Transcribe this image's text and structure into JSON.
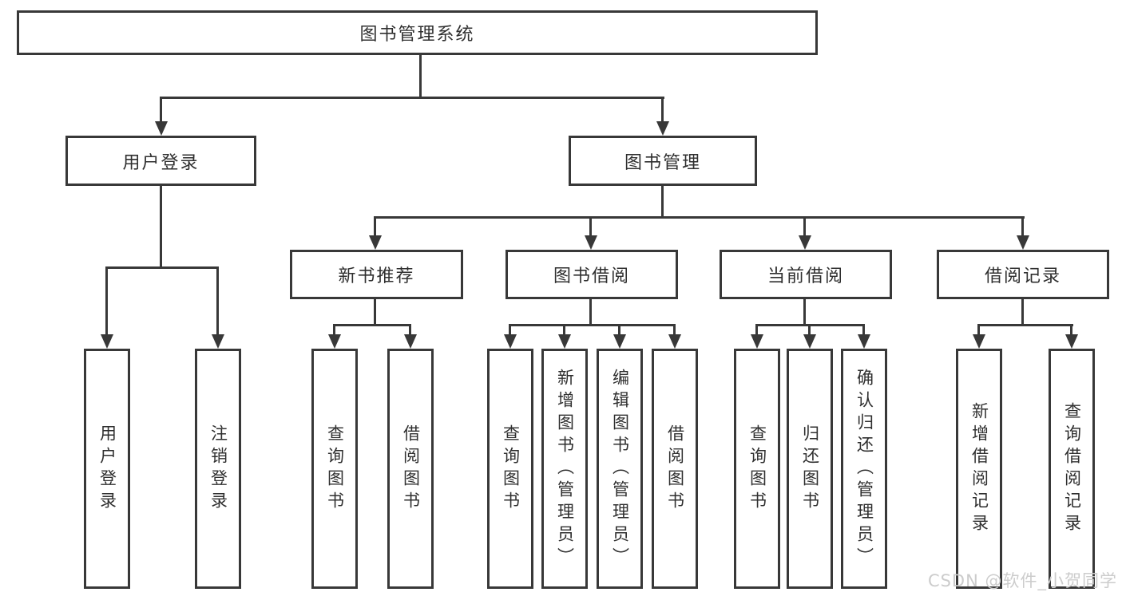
{
  "tree": {
    "root": {
      "label": "图书管理系统"
    },
    "branches": [
      {
        "label": "用户登录",
        "leaves": [
          "用户登录",
          "注销登录"
        ]
      },
      {
        "label": "图书管理",
        "groups": [
          {
            "label": "新书推荐",
            "leaves": [
              "查询图书",
              "借阅图书"
            ]
          },
          {
            "label": "图书借阅",
            "leaves": [
              "查询图书",
              "新增图书（管理员）",
              "编辑图书（管理员）",
              "借阅图书"
            ]
          },
          {
            "label": "当前借阅",
            "leaves": [
              "查询图书",
              "归还图书",
              "确认归还（管理员）"
            ]
          },
          {
            "label": "借阅记录",
            "leaves": [
              "新增借阅记录",
              "查询借阅记录"
            ]
          }
        ]
      }
    ]
  },
  "watermark": "CSDN @软件_小贺同学",
  "colors": {
    "line": "#383838",
    "text": "#2f2f2f",
    "background": "#ffffff",
    "watermark": "#cccccc"
  }
}
